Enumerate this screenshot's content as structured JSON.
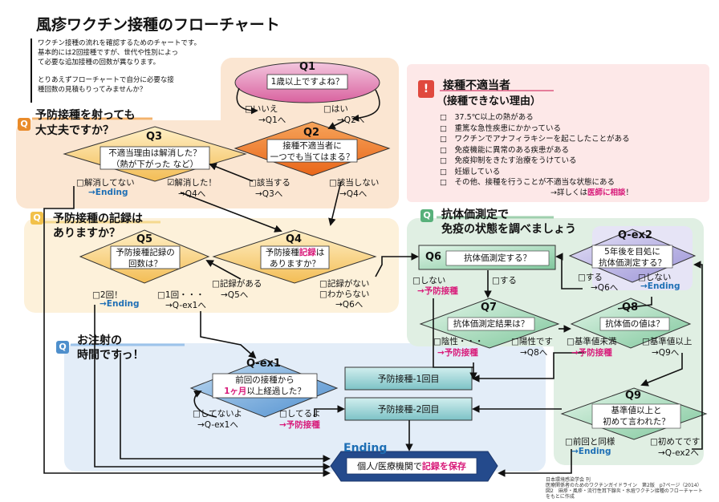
{
  "title": "風疹ワクチン接種のフローチャート",
  "intro": {
    "line1": "ワクチン接種の流れを確認するためのチャートです。",
    "line2": "基本的には2回接種ですが、世代や性別によっ",
    "line3": "て必要な追加接種の回数が異なります。",
    "line4": "とりあえずフローチャートで自分に必要な接",
    "line5": "種回数の見積もりってみませんか？"
  },
  "sections": {
    "s1_line1": "予防接種を射っても",
    "s1_line2": "大丈夫ですか？",
    "s2_line1": "予防接種の記録は",
    "s2_line2": "ありますか？",
    "s3_line1": "お注射の",
    "s3_line2": "時間ですっ！",
    "s4_line1": "抗体価測定で",
    "s4_line2": "免疫の状態を調べましょう",
    "badge": "Q"
  },
  "q1": {
    "label": "Q1",
    "text": "1歳以上ですよね？",
    "no": "□いいえ",
    "no_to": "→Q1へ",
    "yes": "□はい",
    "yes_to": "→Q2へ"
  },
  "q2": {
    "label": "Q2",
    "line1": "接種不適当者に",
    "line2": "一つでも当てはまる？",
    "a": "□該当する",
    "a_to": "→Q3へ",
    "b": "□該当しない",
    "b_to": "→Q4へ"
  },
  "q3": {
    "label": "Q3",
    "line1": "不適当理由は解消した？",
    "line2": "（熱が下がった など）",
    "a": "□解消してない",
    "a_to": "→Ending",
    "b": "☑解消した！",
    "b_to": "→Q4へ"
  },
  "q4": {
    "label": "Q4",
    "line1a": "予防接種",
    "line1b": "記録",
    "line1c": "は",
    "line2": "ありますか？",
    "a": "□記録がある",
    "a_to": "→Q5へ",
    "b1": "□記録がない",
    "b2": "□わからない",
    "b_to": "→Q6へ"
  },
  "q5": {
    "label": "Q5",
    "line1": "予防接種記録の",
    "line2": "回数は？",
    "a": "□2回！",
    "a_to": "→Ending",
    "b": "□1回・・・",
    "b_to": "→Q-ex1へ"
  },
  "qex1": {
    "label": "Q-ex1",
    "line1": "前回の接種から",
    "line2a": "1ヶ月",
    "line2b": "以上経過した？",
    "a": "□してないよ",
    "a_to": "→Q-ex1へ",
    "b": "□してるよ",
    "b_to": "→予防接種"
  },
  "q6": {
    "label": "Q6",
    "text": "抗体価測定する？",
    "a": "□しない",
    "a_to": "→予防接種",
    "b": "□する",
    "b_to": "→Q7へ"
  },
  "q7": {
    "label": "Q7",
    "text": "抗体価測定結果は？",
    "a": "□陰性・・・",
    "a_to": "→予防接種",
    "b": "□陽性です",
    "b_to": "→Q8へ"
  },
  "q8": {
    "label": "Q8",
    "text": "抗体価の値は？",
    "a": "□基準値未満",
    "a_to": "→予防接種",
    "b": "□基準値以上",
    "b_to": "→Q9へ"
  },
  "q9": {
    "label": "Q9",
    "line1": "基準値以上と",
    "line2": "初めて言われた？",
    "a": "□前回と同様",
    "a_to": "→Ending",
    "b": "□初めてです",
    "b_to": "→Q-ex2へ"
  },
  "qex2": {
    "label": "Q-ex2",
    "line1": "5年後を目処に",
    "line2": "抗体価測定する？",
    "a": "□する",
    "a_to": "→Q6へ",
    "b": "□しない",
    "b_to": "→Ending"
  },
  "vacc1": "予防接種-1回目",
  "vacc2": "予防接種-2回目",
  "ending": {
    "label": "Ending",
    "text_a": "個人/医療機関で",
    "text_b": "記録を保存"
  },
  "unsuitable": {
    "icon": "!",
    "title1": "接種不適当者",
    "title2": "（接種できない理由）",
    "items": [
      "□　37.5℃以上の熱がある",
      "□　重篤な急性疾患にかかっている",
      "□　ワクチンでアナフィラキシーを起こしたことがある",
      "□　免疫機能に異常のある疾患がある",
      "□　免疫抑制をきたす治療をうけている",
      "□　妊娠している",
      "□　その他、接種を行うことが不適当な状態にある"
    ],
    "footer_a": "→詳しくは",
    "footer_b": "医師に相談",
    "footer_c": "！"
  },
  "source": {
    "line1": "日本環境感染学会 刊",
    "line2": "医療関係者のためのワクチンガイドライン　第2版　p7ページ（2014）",
    "line3": "図2　麻疹・風疹・流行性耳下腺炎・水痘ワクチン接種のフローチャート",
    "line4": "をもとに作成"
  },
  "colors": {
    "bg_orange": "#fbe9d8",
    "bg_yellow": "#fdf3dc",
    "bg_blue": "#e4eef8",
    "bg_green": "#e3f1e6",
    "q1_pink": "#e89bc6",
    "q2_orange": "#f07a25",
    "diamond_yellow": "#f8d27a",
    "diamond_blue": "#6fa6d8",
    "diamond_green": "#9dd3b0",
    "diamond_purple": "#b9b3e0",
    "teal_box": "#9fd6d6",
    "ending_navy": "#244a8c",
    "accent_pink": "#d81b7a"
  }
}
